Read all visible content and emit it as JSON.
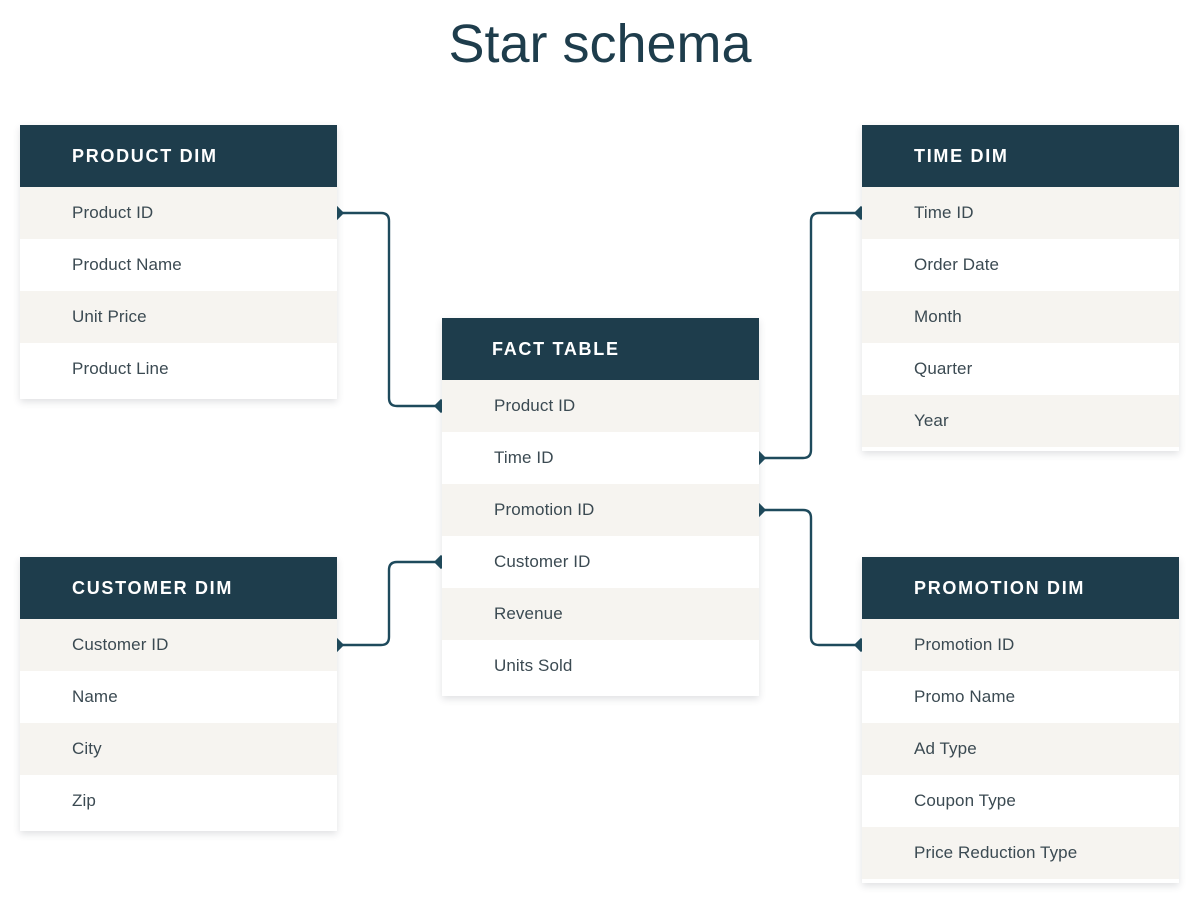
{
  "title": "Star schema",
  "theme": {
    "header_bg": "#1e3d4c",
    "row_stripe_bg": "#f6f4f0",
    "row_bg": "#ffffff",
    "row_text": "#3b4a52",
    "header_text": "#ffffff",
    "connector": "#1e4a5c",
    "page_bg": "#ffffff"
  },
  "tables": {
    "product_dim": {
      "header": "PRODUCT DIM",
      "rows": [
        {
          "label": "Product ID",
          "striped": true,
          "connector": "right"
        },
        {
          "label": "Product Name",
          "striped": false,
          "connector": null
        },
        {
          "label": "Unit Price",
          "striped": true,
          "connector": null
        },
        {
          "label": "Product Line",
          "striped": false,
          "connector": null
        }
      ]
    },
    "time_dim": {
      "header": "TIME DIM",
      "rows": [
        {
          "label": "Time ID",
          "striped": true,
          "connector": "left"
        },
        {
          "label": "Order Date",
          "striped": false,
          "connector": null
        },
        {
          "label": "Month",
          "striped": true,
          "connector": null
        },
        {
          "label": "Quarter",
          "striped": false,
          "connector": null
        },
        {
          "label": "Year",
          "striped": true,
          "connector": null
        }
      ]
    },
    "fact_table": {
      "header": "FACT TABLE",
      "rows": [
        {
          "label": "Product ID",
          "striped": true,
          "connector": "left"
        },
        {
          "label": "Time ID",
          "striped": false,
          "connector": "right"
        },
        {
          "label": "Promotion ID",
          "striped": true,
          "connector": "right"
        },
        {
          "label": "Customer ID",
          "striped": false,
          "connector": "left"
        },
        {
          "label": "Revenue",
          "striped": true,
          "connector": null
        },
        {
          "label": "Units Sold",
          "striped": false,
          "connector": null
        }
      ]
    },
    "customer_dim": {
      "header": "CUSTOMER DIM",
      "rows": [
        {
          "label": "Customer ID",
          "striped": true,
          "connector": "right"
        },
        {
          "label": "Name",
          "striped": false,
          "connector": null
        },
        {
          "label": "City",
          "striped": true,
          "connector": null
        },
        {
          "label": "Zip",
          "striped": false,
          "connector": null
        }
      ]
    },
    "promotion_dim": {
      "header": "PROMOTION DIM",
      "rows": [
        {
          "label": "Promotion ID",
          "striped": true,
          "connector": "left"
        },
        {
          "label": "Promo Name",
          "striped": false,
          "connector": null
        },
        {
          "label": "Ad Type",
          "striped": true,
          "connector": null
        },
        {
          "label": "Coupon Type",
          "striped": false,
          "connector": null
        },
        {
          "label": "Price Reduction Type",
          "striped": true,
          "connector": null
        }
      ]
    }
  },
  "relationships": [
    {
      "name": "product-dim-to-fact-table",
      "from": "product_dim.Product ID",
      "to": "fact_table.Product ID"
    },
    {
      "name": "fact-table-to-time-dim",
      "from": "fact_table.Time ID",
      "to": "time_dim.Time ID"
    },
    {
      "name": "fact-table-to-promotion-dim",
      "from": "fact_table.Promotion ID",
      "to": "promotion_dim.Promotion ID"
    },
    {
      "name": "customer-dim-to-fact-table",
      "from": "customer_dim.Customer ID",
      "to": "fact_table.Customer ID"
    }
  ]
}
